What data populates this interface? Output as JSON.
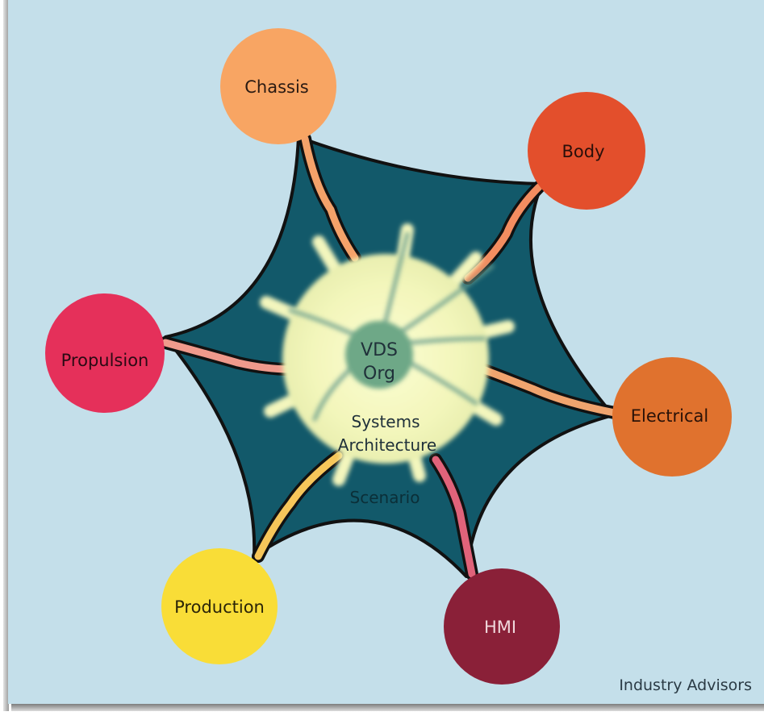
{
  "center": {
    "line1": "VDS",
    "line2": "Org",
    "arch_line1": "Systems",
    "arch_line2": "Architecture",
    "scenario": "Scenario"
  },
  "nodes": [
    {
      "id": "chassis",
      "label": "Chassis",
      "color": "#f8a563"
    },
    {
      "id": "body",
      "label": "Body",
      "color": "#e34f2c"
    },
    {
      "id": "electrical",
      "label": "Electrical",
      "color": "#e0722e"
    },
    {
      "id": "hmi",
      "label": "HMI",
      "color": "#8a2038"
    },
    {
      "id": "production",
      "label": "Production",
      "color": "#f9dd37"
    },
    {
      "id": "propulsion",
      "label": "Propulsion",
      "color": "#e5305a"
    }
  ],
  "footer": {
    "credit": "Industry Advisors"
  },
  "colors": {
    "background": "#c4dfea",
    "hub": "#12596a",
    "glow": "#f5f7c1",
    "core": "#6ea887"
  }
}
